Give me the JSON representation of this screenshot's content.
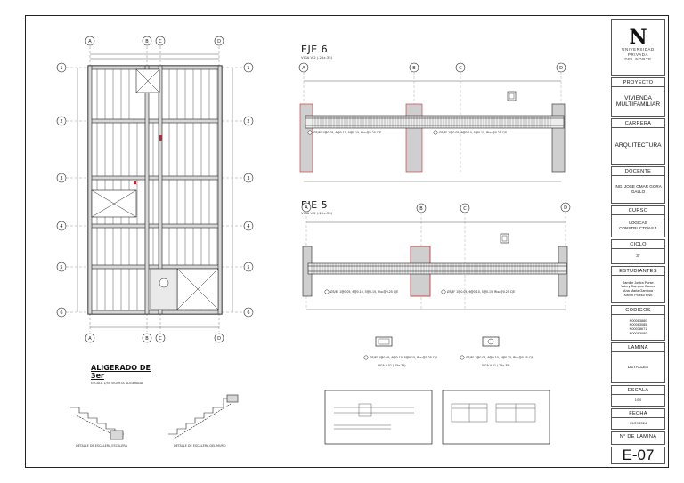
{
  "titleblock": {
    "logo_letter": "N",
    "logo_text": [
      "UNIVERSIDAD",
      "PRIVADA",
      "DEL NORTE"
    ],
    "fields": [
      {
        "label": "PROYECTO",
        "value": "VIVIENDA MULTIFAMILIAR"
      },
      {
        "label": "CARRERA",
        "value": "ARQUITECTURA"
      },
      {
        "label": "DOCENTE",
        "value": "ING. JOSE OMAR GORA GALLO"
      },
      {
        "label": "CURSO",
        "value": "LÓGICAS CONSTRUCTIVAS 1"
      },
      {
        "label": "CICLO",
        "value": "3°"
      },
      {
        "label": "ESTUDIANTES",
        "value": "Jamille Jostra Purse\nValery Campos Gamez\nAna Maria Gamboa\nKelvin Poleso Rivo"
      },
      {
        "label": "CODIGOS",
        "value": "N00083880\nN00083085\nN00078671\nN00083080"
      },
      {
        "label": "LAMINA",
        "value": "DETALLES"
      },
      {
        "label": "ESCALA",
        "value": "1/50"
      },
      {
        "label": "FECHA",
        "value": "09/07/2024"
      },
      {
        "label": "N° DE LAMINA",
        "value": ""
      }
    ],
    "sheet_number": "E-07"
  },
  "plan": {
    "title": "ALIGERADO DE",
    "title_line2": "3er",
    "subtitle": "ESCALA 1/50   VIGUETA ALIGERADA",
    "axes_letters": [
      "A",
      "B",
      "C",
      "D"
    ],
    "axes_numbers": [
      "1",
      "2",
      "3",
      "4",
      "5",
      "6"
    ]
  },
  "eje6": {
    "title": "EJE 6",
    "subtitle": "VIGA V-2 (.25x.35)",
    "axes": [
      "A",
      "B",
      "C",
      "D"
    ],
    "note": "Ø3/8\" 1@0.05, 6@0.10, 5@0.15, Rto.@0.25 C/E"
  },
  "eje5": {
    "title": "EJE 5",
    "subtitle": "VIGA V-2 (.25x.35)",
    "axes": [
      "A",
      "B",
      "C",
      "D"
    ],
    "note": "Ø3/8\" 1@0.05, 6@0.10, 5@0.15, Rto.@0.25 C/E"
  },
  "sections": {
    "left_note": "Ø3/8\" 1@0.05, 6@0.10, 5@0.15, Rto.@0.25 C/E",
    "left_label": "VIGA V-01 (.25x.35)",
    "right_note": "Ø3/8\" 1@0.05, 6@0.10, 5@0.15, Rto.@0.25 C/E",
    "right_label": "VIGA V-01 (.25x.35)"
  },
  "stair_details": {
    "left_label": "DETALLE DE ESCALERA ESCALERA",
    "right_label": "DETALLE DE ESCALERA DEL MURO"
  }
}
